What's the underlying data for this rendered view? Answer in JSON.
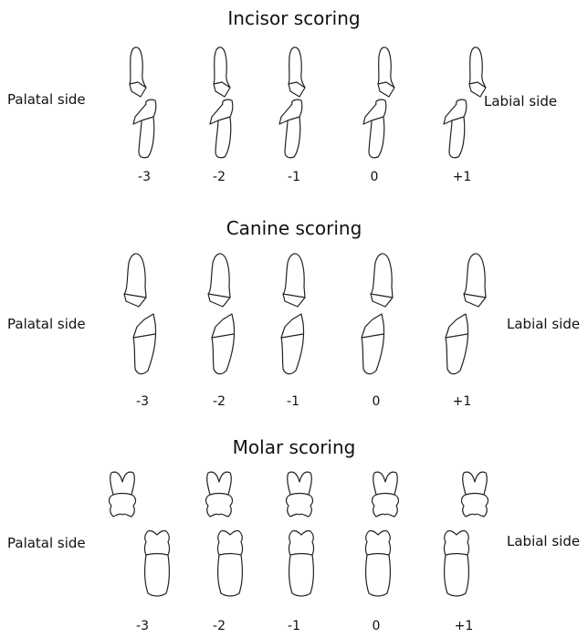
{
  "sections": [
    {
      "title": "Incisor scoring",
      "tooth": "incisor",
      "left_label": "Palatal side",
      "right_label": "Labial side",
      "scores": [
        "-3",
        "-2",
        "-1",
        "0",
        "+1"
      ]
    },
    {
      "title": "Canine scoring",
      "tooth": "canine",
      "left_label": "Palatal side",
      "right_label": "Labial side",
      "scores": [
        "-3",
        "-2",
        "-1",
        "0",
        "+1"
      ]
    },
    {
      "title": "Molar scoring",
      "tooth": "molar",
      "left_label": "Palatal side",
      "right_label": "Labial side",
      "scores": [
        "-3",
        "-2",
        "-1",
        "0",
        "+1"
      ]
    }
  ]
}
